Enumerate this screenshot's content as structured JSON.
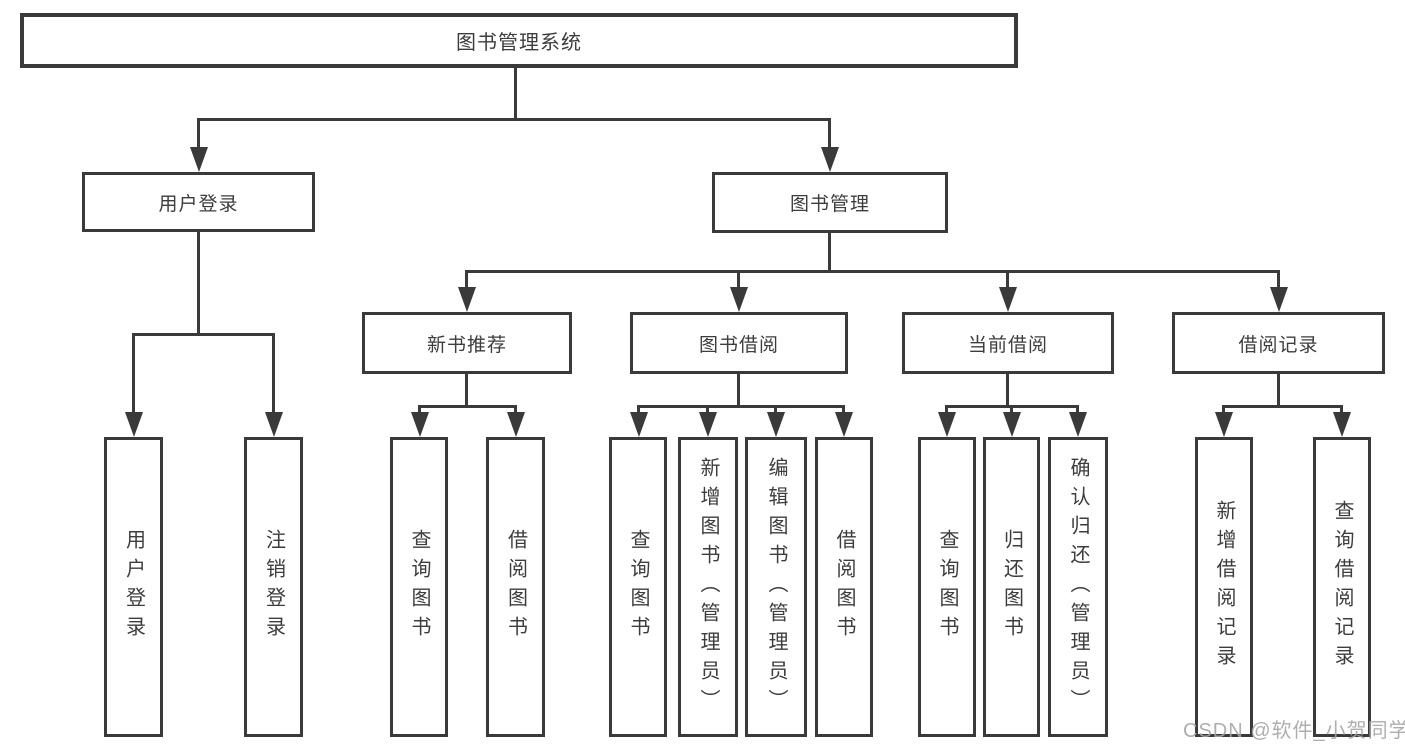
{
  "diagram": {
    "title": "图书管理系统",
    "nodes": {
      "root": "图书管理系统",
      "branches": [
        "用户登录",
        "图书管理"
      ],
      "sections": [
        "新书推荐",
        "图书借阅",
        "当前借阅",
        "借阅记录"
      ],
      "leaves": [
        "用户登录",
        "注销登录",
        "查询图书",
        "借阅图书",
        "查询图书",
        "新增图书（管理员）",
        "编辑图书（管理员）",
        "借阅图书",
        "查询图书",
        "归还图书",
        "确认归还（管理员）",
        "新增借阅记录",
        "查询借阅记录"
      ]
    },
    "colors": {
      "line": "#3a3a3a",
      "text": "#3d3d3d",
      "background": "#ffffff",
      "watermark": "#a6a6a6"
    }
  },
  "watermark": "CSDN @软件_小贺同学"
}
